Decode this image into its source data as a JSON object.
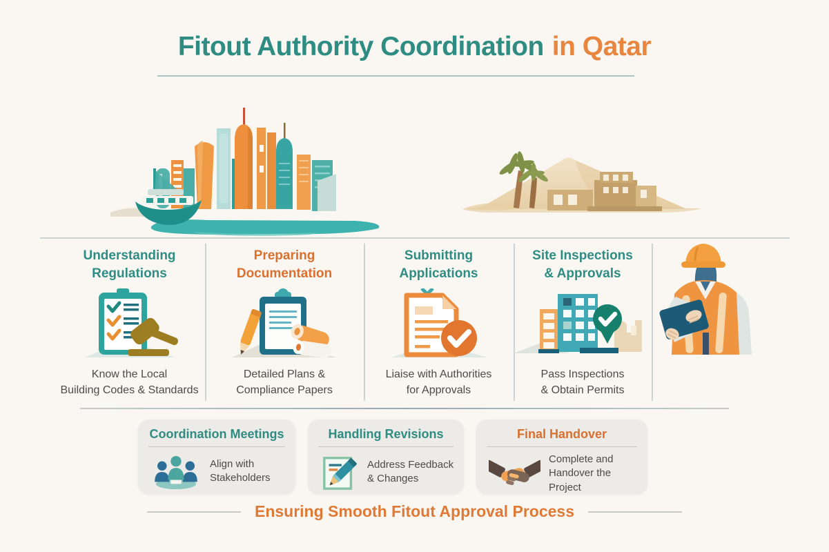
{
  "title": {
    "main": "Fitout Authority Coordination",
    "accent": "in Qatar"
  },
  "colors": {
    "teal": "#2E8C82",
    "orange": "#D9702F",
    "caption_text": "#4B4B47",
    "background": "#FAF7F3",
    "card_background": "#ECEBE7",
    "water_teal": "#3EB2AC",
    "building_orange": "#EE9440",
    "sand": "#EAD8B8",
    "check_green": "#17806C"
  },
  "illustrations": {
    "skyline": "doha-skyline-illustration",
    "desert": "desert-village-illustration",
    "inspector": "site-inspector-illustration"
  },
  "steps": [
    {
      "title": "Understanding\nRegulations",
      "caption": "Know the Local\nBuilding Codes & Standards",
      "icon": "checklist-gavel-icon",
      "accent": "teal"
    },
    {
      "title": "Preparing\nDocumentation",
      "caption": "Detailed Plans &\nCompliance Papers",
      "icon": "blueprint-clipboard-icon",
      "accent": "orange"
    },
    {
      "title": "Submitting\nApplications",
      "caption": "Liaise with Authorities\nfor Approvals",
      "icon": "approved-document-icon",
      "accent": "teal"
    },
    {
      "title": "Site Inspections\n& Approvals",
      "caption": "Pass Inspections\n& Obtain Permits",
      "icon": "building-checkpin-icon",
      "accent": "teal"
    }
  ],
  "cards": [
    {
      "title": "Coordination Meetings",
      "text": "Align with\nStakeholders",
      "icon": "meeting-icon",
      "accent": "teal"
    },
    {
      "title": "Handling Revisions",
      "text": "Address Feedback\n& Changes",
      "icon": "revision-pencil-icon",
      "accent": "teal"
    },
    {
      "title": "Final Handover",
      "text": "Complete and\nHandover the Project",
      "icon": "handshake-icon",
      "accent": "orange"
    }
  ],
  "footer": {
    "text": "Ensuring Smooth Fitout Approval Process"
  }
}
